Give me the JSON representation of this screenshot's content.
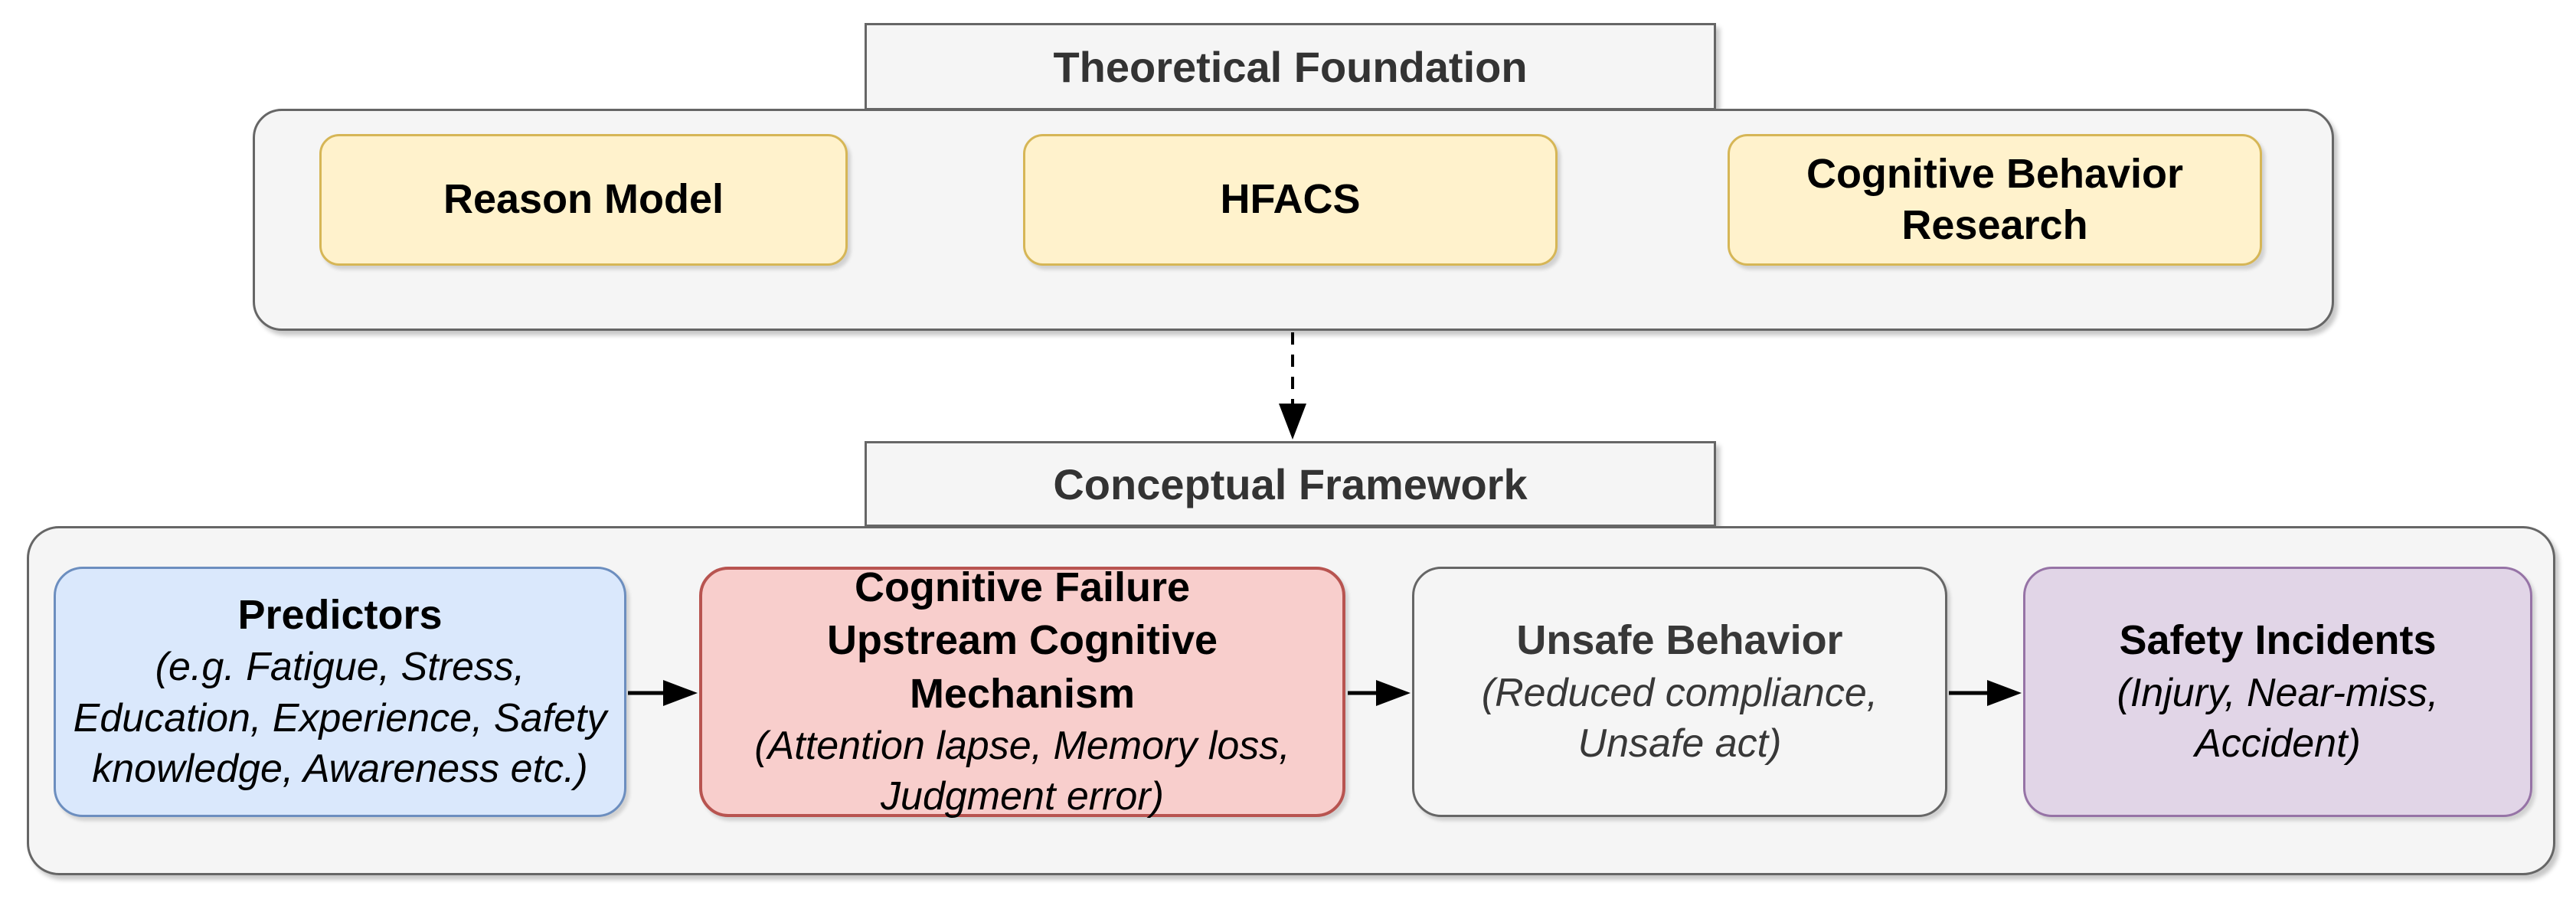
{
  "diagram": {
    "theoretical": {
      "header": "Theoretical Foundation",
      "items": [
        {
          "label": "Reason Model"
        },
        {
          "label": "HFACS"
        },
        {
          "label": "Cognitive Behavior\nResearch"
        }
      ]
    },
    "conceptual": {
      "header": "Conceptual Framework",
      "items": [
        {
          "title": "Predictors",
          "subtitle": "(e.g. Fatigue, Stress,\nEducation, Experience, Safety\nknowledge, Awareness etc.)"
        },
        {
          "title": "Cognitive Failure",
          "title2": "Upstream Cognitive Mechanism",
          "subtitle": "(Attention lapse, Memory loss,\nJudgment error)"
        },
        {
          "title": "Unsafe Behavior",
          "subtitle": "(Reduced compliance,\nUnsafe act)"
        },
        {
          "title": "Safety Incidents",
          "subtitle": "(Injury, Near-miss,\nAccident)"
        }
      ]
    },
    "colors": {
      "yellow_fill": "#FFF2CC",
      "yellow_stroke": "#D6B656",
      "blue_fill": "#DAE8FC",
      "blue_stroke": "#6C8EBF",
      "red_fill": "#F8CECC",
      "red_stroke": "#B85450",
      "gray_fill": "#F5F5F5",
      "gray_stroke": "#666666",
      "purple_fill": "#E1D5E7",
      "purple_stroke": "#9673A6",
      "container_fill": "#F5F5F5",
      "container_stroke": "#666666",
      "arrow": "#000000"
    }
  }
}
